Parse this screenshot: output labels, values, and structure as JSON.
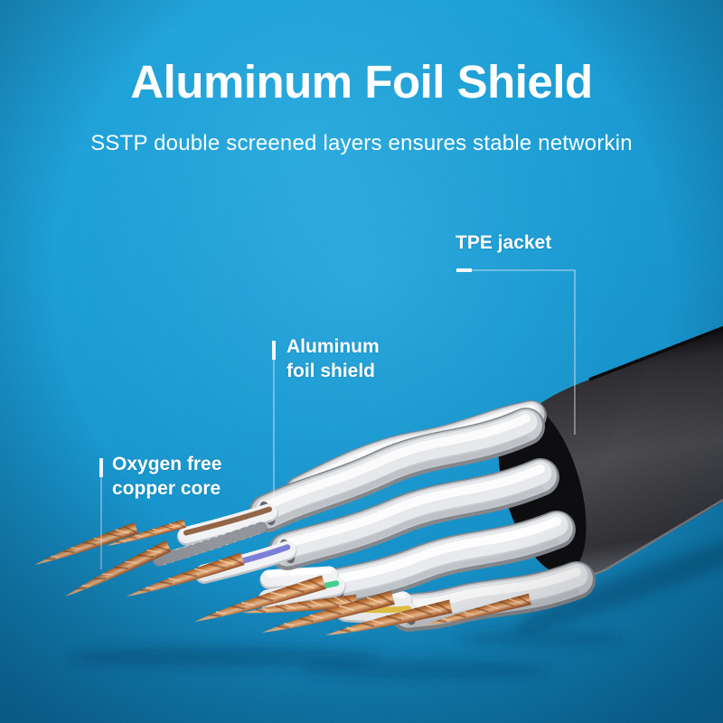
{
  "header": {
    "title": "Aluminum Foil Shield",
    "subtitle": "SSTP double screened layers ensures stable networkin"
  },
  "annotations": {
    "tpe_jacket": {
      "label": "TPE jacket"
    },
    "aluminum_foil": {
      "lines": [
        "Aluminum",
        "foil shield"
      ]
    },
    "copper_core": {
      "lines": [
        "Oxygen free",
        "copper core"
      ]
    }
  },
  "colors": {
    "background_blue": "#1b97d3",
    "text": "#ffffff",
    "jacket_gray": "#424246",
    "foil_silver": "#d6d9dd",
    "copper": "#c8793f",
    "stripe_blue": "#7577d8",
    "stripe_green": "#41cd87",
    "stripe_yellow": "#e7c042",
    "stripe_brown": "#8d5f43"
  }
}
